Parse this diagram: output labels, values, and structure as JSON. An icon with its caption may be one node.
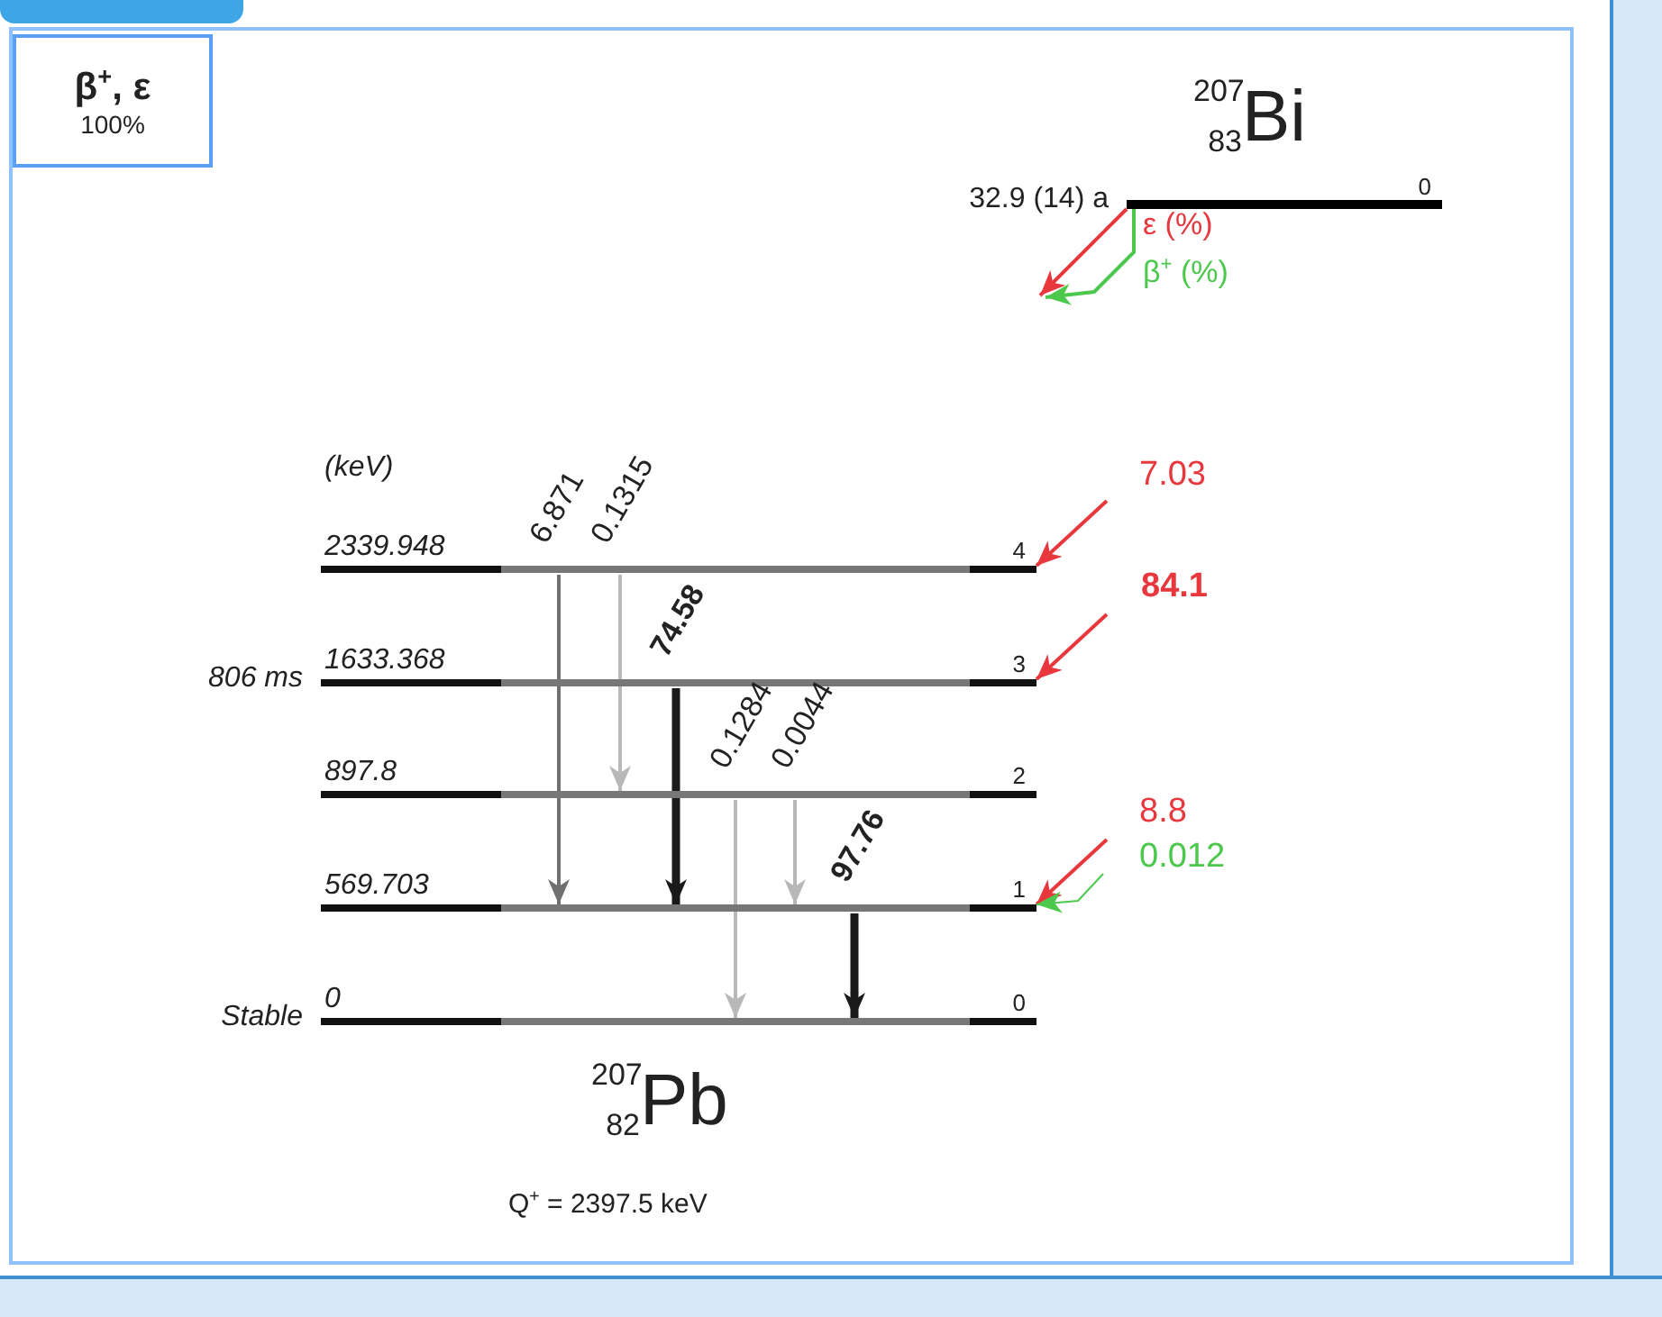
{
  "diagram": {
    "nodes": [
      {
        "text": [
          "β$^{+}$, ε",
          "100%"
        ]
      },
      {
        "text": [
          "0"
        ],
        "beside": [
          "32.9 (14) a"
        ]
      },
      {
        "text": [
          "2339.948",
          "4"
        ]
      },
      {
        "text": [
          "1633.368",
          "3"
        ],
        "beside": [
          "806 ms"
        ]
      },
      {
        "text": [
          "897.8",
          "2"
        ]
      },
      {
        "text": [
          "569.703",
          "1"
        ]
      },
      {
        "text": [
          "0",
          "0"
        ],
        "beside": [
          "Stable"
        ]
      }
    ],
    "edges": [
      {
        "from": 1,
        "to": null,
        "arrow": "to",
        "label": "ε  (%)",
        "color": "#e8383d"
      },
      {
        "from": 1,
        "to": null,
        "arrow": "to",
        "label": "β$^{+}$ (%)",
        "color": "#4cc94c"
      },
      {
        "from": null,
        "to": 2,
        "arrow": "to",
        "label": "7.03",
        "color": "#e8383d"
      },
      {
        "from": null,
        "to": 3,
        "arrow": "to",
        "label": "84.1",
        "color": "#e8383d"
      },
      {
        "from": null,
        "to": 5,
        "arrow": "to",
        "label": "8.8",
        "color": "#e8383d"
      },
      {
        "from": null,
        "to": 5,
        "arrow": "to",
        "label": "0.012",
        "color": "#4cc94c"
      },
      {
        "from": 2,
        "to": 5,
        "arrow": "to",
        "label": "6.871",
        "color": "#707070"
      },
      {
        "from": 2,
        "to": 4,
        "arrow": "to",
        "label": "0.1315",
        "color": "#b8b8b8"
      },
      {
        "from": 3,
        "to": 5,
        "arrow": "to",
        "label": "74.58",
        "style": "thick",
        "color": "#1a1a1a"
      },
      {
        "from": 4,
        "to": 6,
        "arrow": "to",
        "label": "0.1284",
        "color": "#b8b8b8"
      },
      {
        "from": 4,
        "to": 5,
        "arrow": "to",
        "label": "0.0044",
        "color": "#b8b8b8"
      },
      {
        "from": 5,
        "to": 6,
        "arrow": "to",
        "label": "97.76",
        "style": "thick",
        "color": "#1a1a1a"
      }
    ],
    "labels": [
      "$^{207}$$_{83}$Bi",
      "(keV)",
      "$^{207}$$_{82}$Pb",
      "Q$^{+}$ = 2397.5 keV"
    ]
  }
}
